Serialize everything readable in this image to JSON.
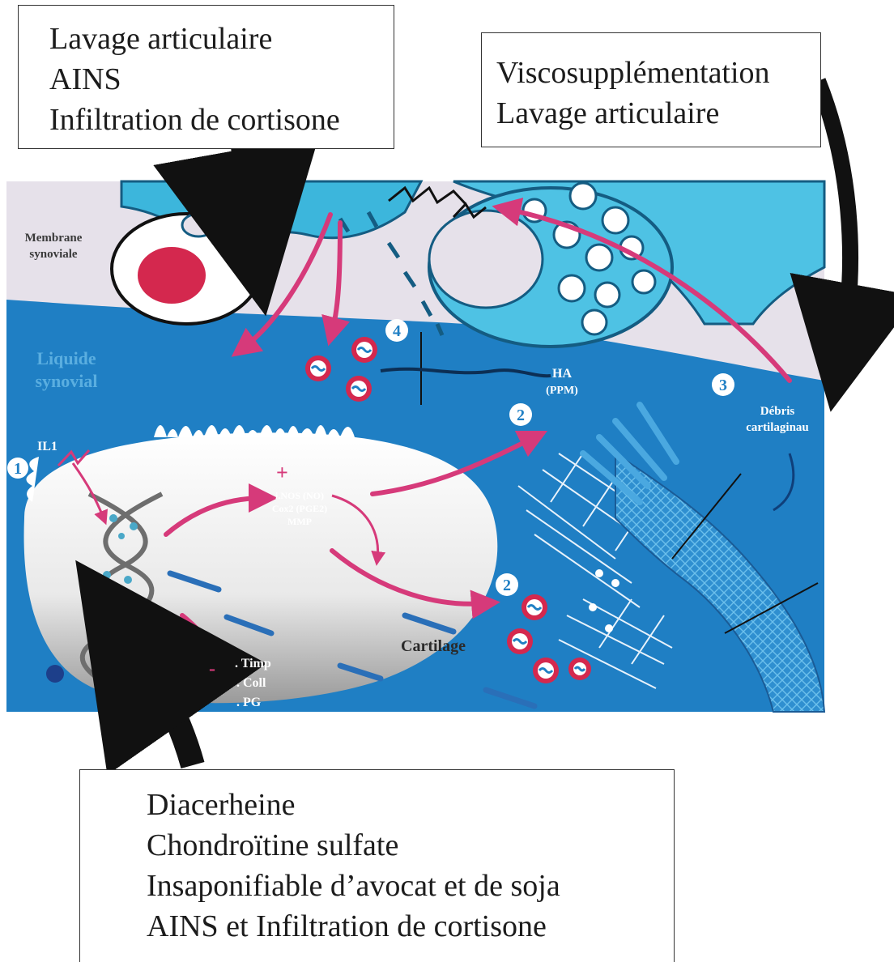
{
  "boxes": {
    "top_left": [
      "Lavage articulaire",
      "AINS",
      "Infiltration de cortisone"
    ],
    "top_right": [
      "Viscosupplémentation",
      "Lavage articulaire"
    ],
    "bottom": [
      "Diacerheine",
      "Chondroïtine sulfate",
      "Insaponifiable d’avocat et de soja",
      "AINS et Infiltration de cortisone"
    ]
  },
  "labels": {
    "membrane_1": "Membrane",
    "membrane_2": "synoviale",
    "liquide_1": "Liquide",
    "liquide_2": "synovial",
    "il1": "IL1",
    "plus": "+",
    "minus": "-",
    "inos": "i.NOS (NO)",
    "cox": "Cox2 (PGE2)",
    "mmp": "MMP",
    "timp": ". Timp",
    "coll": ". Coll",
    "pg": ". PG",
    "cartilage": "Cartilage",
    "ha_1": "HA",
    "ha_2": "(PPM)",
    "debris_1": "Débris",
    "debris_2": "cartilaginau"
  },
  "markers": {
    "m1": "1",
    "m2a": "2",
    "m2b": "2",
    "m3": "3",
    "m4": "4"
  },
  "colors": {
    "fluid": "#1f7fc4",
    "membrane": "#e6e1ea",
    "cell_cyan": "#3cb6dc",
    "magenta_arrow": "#d63a7a",
    "black_arrow": "#111111",
    "nucleus": "#d4284e",
    "cartilage_cell": "#f2f2f2"
  }
}
